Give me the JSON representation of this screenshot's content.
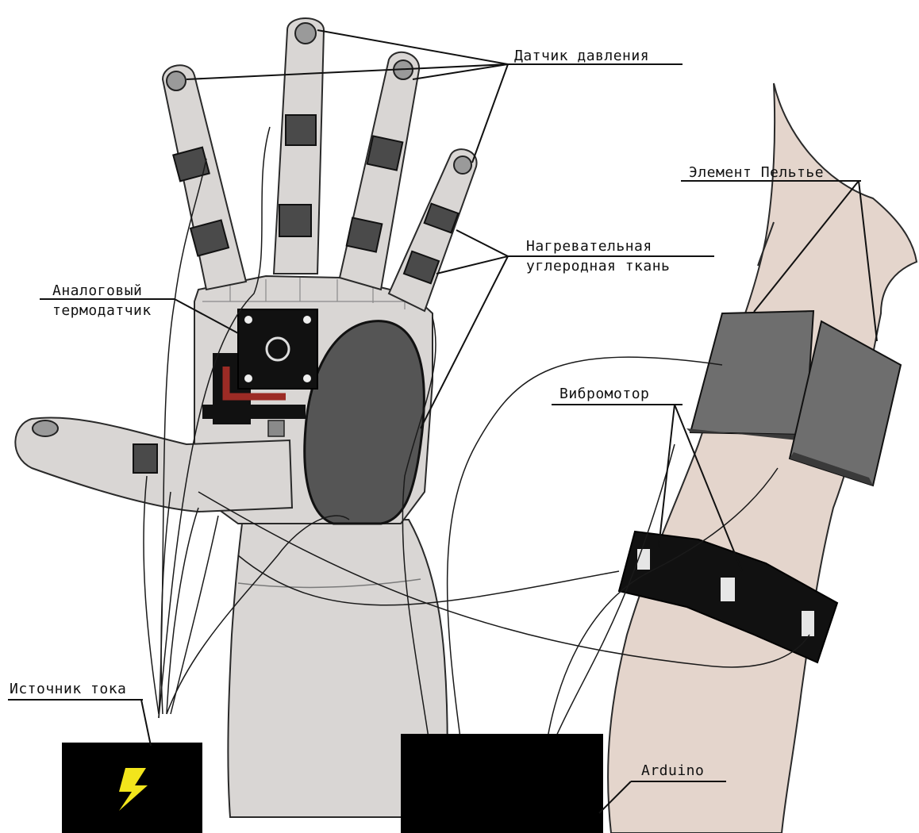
{
  "labels": {
    "pressure_sensor": "Датчик давления",
    "peltier_element": "Элемент Пельтье",
    "heating_fabric_line1": "Нагревательная",
    "heating_fabric_line2": "углеродная ткань",
    "analog_thermo_line1": "Аналоговый",
    "analog_thermo_line2": "термодатчик",
    "vibromotor": "Вибромотор",
    "power_source": "Источник тока",
    "arduino": "Arduino"
  },
  "colors": {
    "glove": "#d9d6d4",
    "glove_outline": "#2a2a2a",
    "arm_skin": "#e4d5cc",
    "pad": "#4a4a4a",
    "peltier": "#6e6e6e",
    "box": "#000000",
    "lightning": "#f2e51c",
    "sensor_red": "#9c2b25"
  },
  "icons": {
    "power_source": "lightning-icon"
  }
}
